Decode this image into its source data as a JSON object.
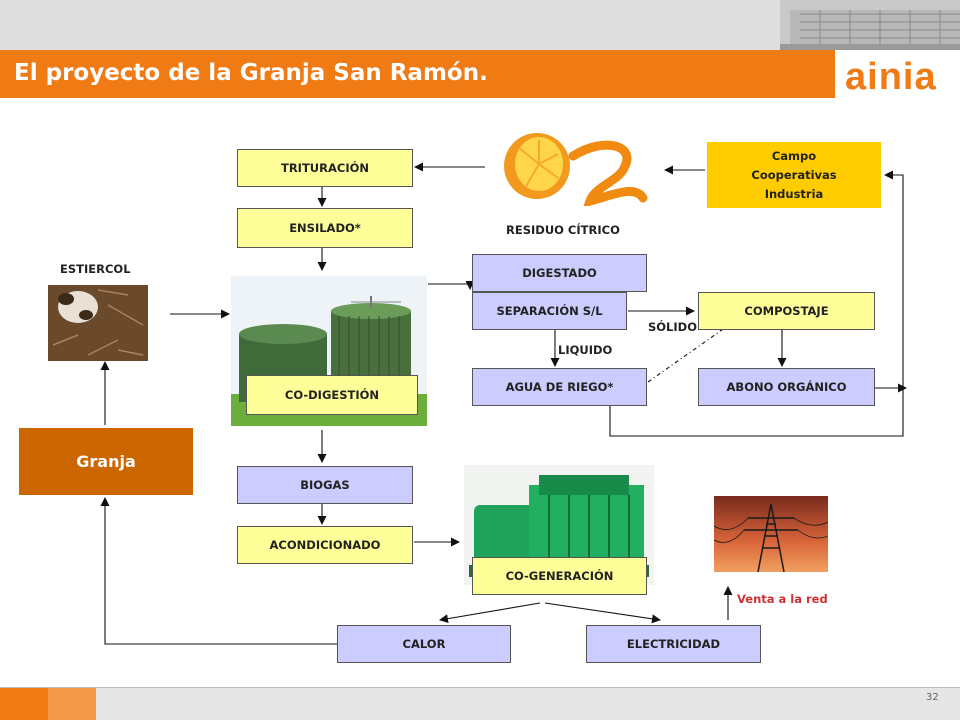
{
  "title": "El proyecto de la Granja San Ramón.",
  "logo": "ainia",
  "page_number": "32",
  "nodes": {
    "trituracion": "TRITURACIÓN",
    "ensilado": "ENSILADO*",
    "campo": "Campo Cooperativas Industria",
    "residuo": "RESIDUO CÍTRICO",
    "estiercol": "ESTIERCOL",
    "digestado": "DIGESTADO",
    "separacion": "SEPARACIÓN S/L",
    "compostaje": "COMPOSTAJE",
    "solido": "SÓLIDO",
    "liquido": "LIQUIDO",
    "agua": "AGUA DE RIEGO*",
    "abono": "ABONO ORGÁNICO",
    "codigestion": "CO-DIGESTIÓN",
    "granja": "Granja",
    "biogas": "BIOGAS",
    "acondicionado": "ACONDICIONADO",
    "cogeneracion": "CO-GENERACIÓN",
    "venta": "Venta a la red",
    "calor": "CALOR",
    "electricidad": "ELECTRICIDAD"
  },
  "colors": {
    "orange": "#f07a14",
    "yellow_box": "#ffff99",
    "lavender_box": "#ccccff",
    "campo_box": "#ffcc00",
    "granja_box": "#cc6600",
    "venta_text": "#cc3333"
  }
}
